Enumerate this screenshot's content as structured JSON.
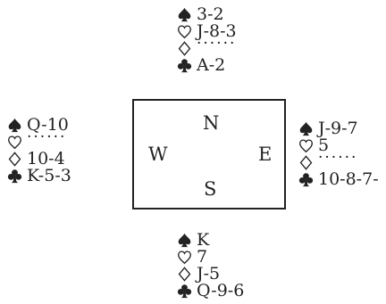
{
  "hands": {
    "north": {
      "spades": "3-2",
      "hearts": "J-8-3",
      "diamonds": "······",
      "clubs": "A-2"
    },
    "west": {
      "spades": "Q-10",
      "hearts": "······",
      "diamonds": "10-4",
      "clubs": "K-5-3"
    },
    "east": {
      "spades": "J-9-7",
      "hearts": "5",
      "diamonds": "······",
      "clubs": "10-8-7-"
    },
    "south": {
      "spades": "K",
      "hearts": "7",
      "diamonds": "J-5",
      "clubs": "Q-9-6"
    }
  },
  "table": {
    "north": "N",
    "west": "W",
    "east": "E",
    "south": "S"
  },
  "icons": {
    "spade": "spade-icon",
    "heart": "heart-outline-icon",
    "diamond": "diamond-outline-icon",
    "club": "club-icon"
  },
  "colors": {
    "ink": "#222222",
    "background": "#ffffff"
  }
}
